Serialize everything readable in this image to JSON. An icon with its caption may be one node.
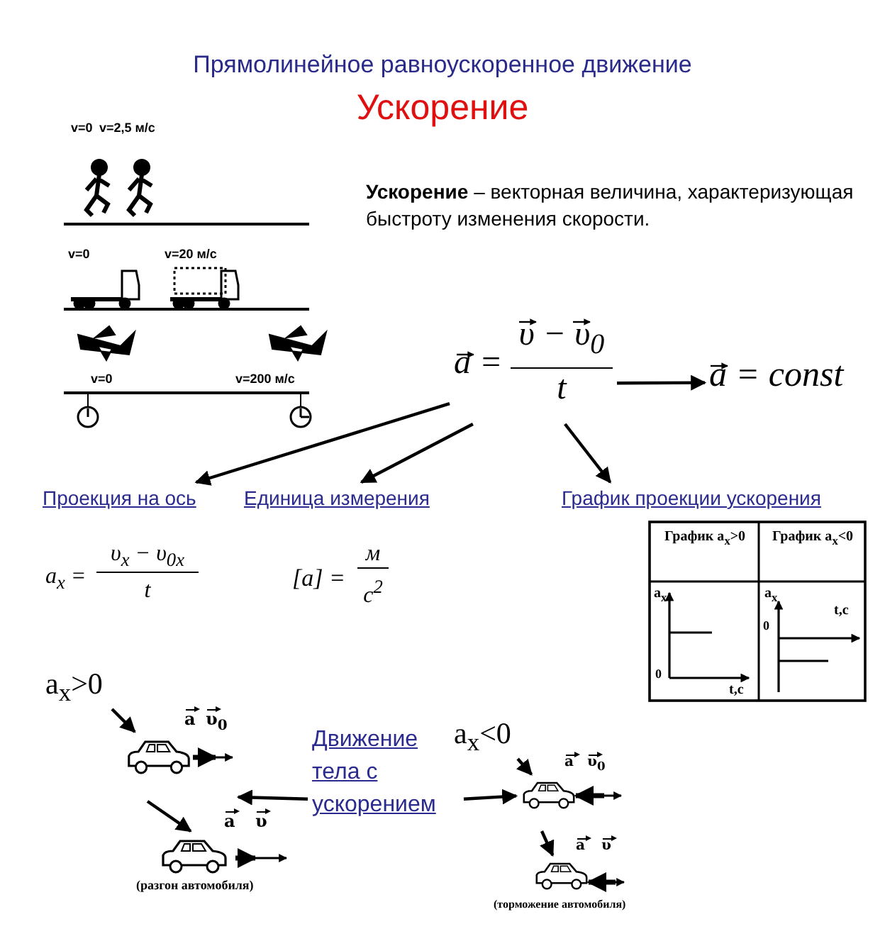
{
  "diagram": {
    "title": "Прямолинейное равноускоренное движение",
    "nodes": [
      {
        "text": [
          "a =",
          "υ − υ$_{0}$",
          "t"
        ]
      },
      {
        "text": [
          "a = const"
        ]
      },
      {
        "text": [
          "Проекция на ось"
        ]
      },
      {
        "text": [
          "Единица измерения"
        ]
      },
      {
        "text": [
          "График проекции ускорения"
        ]
      },
      {
        "text": [
          "a$_{x}$>0"
        ]
      },
      {
        "text": [
          "a$_{x}$<0"
        ]
      },
      {
        "text": [],
        "shape": "picture",
        "beside": [
          "a",
          "υ$_{0}$"
        ]
      },
      {
        "text": [
          "Движение тела с ускорением"
        ]
      },
      {
        "text": [],
        "shape": "picture",
        "beside": [
          "a",
          "υ$_{0}$"
        ]
      },
      {
        "text": [],
        "shape": "picture",
        "beside": [
          "a",
          "υ",
          "(разгон автомобиля)"
        ]
      },
      {
        "text": [],
        "shape": "picture",
        "beside": [
          "a",
          "υ",
          "(торможение автомобиля)"
        ]
      }
    ],
    "edges": [
      {
        "from": 0,
        "to": 1,
        "arrow": "to"
      },
      {
        "from": 0,
        "to": 2,
        "arrow": "to"
      },
      {
        "from": 0,
        "to": 3,
        "arrow": "to"
      },
      {
        "from": 0,
        "to": 4,
        "arrow": "to"
      },
      {
        "from": 5,
        "to": 7,
        "arrow": "to"
      },
      {
        "from": null,
        "to": 10,
        "arrow": "to"
      },
      {
        "from": 8,
        "to": 10,
        "arrow": "to"
      },
      {
        "from": 8,
        "to": 9,
        "arrow": "to"
      },
      {
        "from": 6,
        "to": 9,
        "arrow": "to"
      },
      {
        "from": null,
        "to": 11,
        "arrow": "to"
      }
    ],
    "labels": [
      "Ускорение",
      "**Ускорение** – векторная величина, характеризующая быстроту изменения скорости.",
      "v=0",
      "v=2,5 м/с",
      "v=0",
      "v=20 м/с",
      "v=0",
      "v=200 м/с",
      "a$_{x}$ =",
      "υ$_{x}$ − υ$_{0x}$",
      "t",
      "[a] =",
      "м",
      "c$^{2}$",
      "График a$_{x}$>0",
      "График a$_{x}$<0",
      "a$_{x}$",
      "0",
      "t,c",
      "a$_{x}$",
      "0",
      "t,c"
    ]
  }
}
